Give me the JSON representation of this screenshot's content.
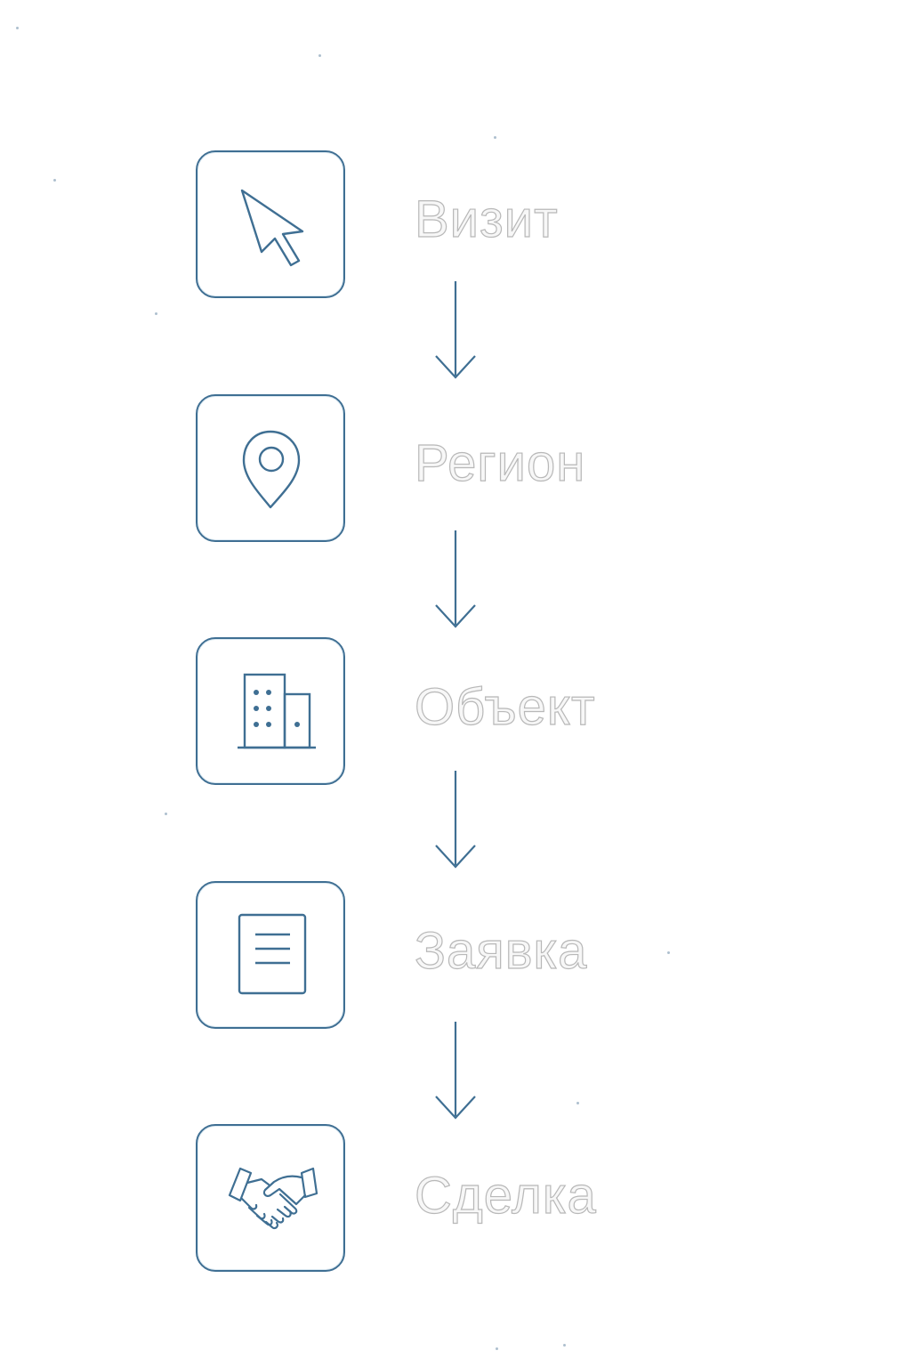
{
  "steps": [
    {
      "label": "Визит",
      "icon": "cursor-icon"
    },
    {
      "label": "Регион",
      "icon": "location-pin-icon"
    },
    {
      "label": "Объект",
      "icon": "buildings-icon"
    },
    {
      "label": "Заявка",
      "icon": "document-icon"
    },
    {
      "label": "Сделка",
      "icon": "handshake-icon"
    }
  ],
  "colors": {
    "icon_stroke": "#3f6f93",
    "label_outline": "#b8b8b8",
    "background": "#ffffff"
  }
}
